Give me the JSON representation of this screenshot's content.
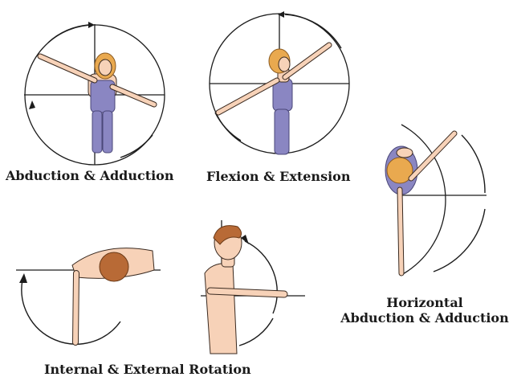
{
  "labels": {
    "abduction": "Abduction & Adduction",
    "flexion": "Flexion & Extension",
    "horizontal_line1": "Horizontal",
    "horizontal_line2": "Abduction & Adduction",
    "rotation": "Internal & External Rotation"
  },
  "colors": {
    "skin": "#f7d2b8",
    "hair_blonde": "#e9a94f",
    "hair_brown": "#b86a36",
    "suit": "#8a86c2",
    "line": "#1c1c1c"
  }
}
